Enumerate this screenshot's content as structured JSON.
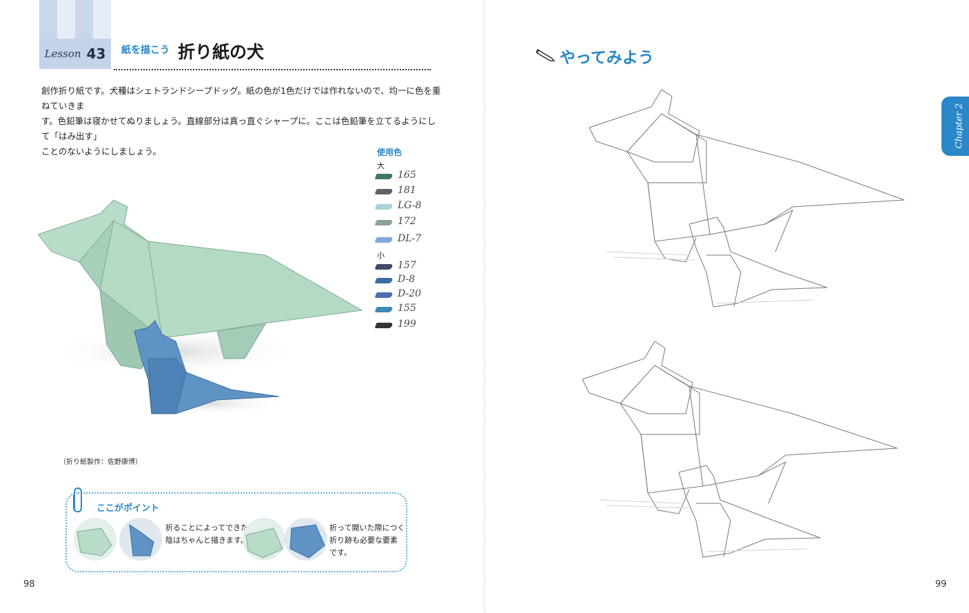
{
  "left_page": {
    "lesson": {
      "word": "Lesson",
      "number": "43"
    },
    "title_sub": "紙を描こう",
    "title_main": "折り紙の犬",
    "body": [
      "創作折り紙です。犬種はシェトランドシープドッグ。紙の色が1色だけでは作れないので、均一に色を重ねていきま",
      "す。色鉛筆は寝かせてぬりましょう。直線部分は真っ直ぐシャープに。ここは色鉛筆を立てるようにして「はみ出す」",
      "ことのないようにしましょう。"
    ],
    "palette": {
      "title": "使用色",
      "group_large": "大",
      "group_small": "小",
      "large": [
        {
          "code": "165",
          "color": "#3d7a62"
        },
        {
          "code": "181",
          "color": "#5a6468"
        },
        {
          "code": "LG-8",
          "color": "#a9d3d6"
        },
        {
          "code": "172",
          "color": "#8fa291"
        },
        {
          "code": "DL-7",
          "color": "#7fa8d8"
        }
      ],
      "small": [
        {
          "code": "157",
          "color": "#3e4a66"
        },
        {
          "code": "D-8",
          "color": "#3a6ea0"
        },
        {
          "code": "D-20",
          "color": "#4a6db0"
        },
        {
          "code": "155",
          "color": "#3f8ab8"
        },
        {
          "code": "199",
          "color": "#333333"
        }
      ]
    },
    "caption": "（折り紙製作：佐野康博）",
    "point": {
      "title": "ここがポイント",
      "tip1": [
        "折ることによってできた",
        "陰はちゃんと描きます。"
      ],
      "tip2": [
        "折って開いた際につく",
        "折り跡も必要な要素",
        "です。"
      ]
    },
    "page_number": "98"
  },
  "right_page": {
    "try_title": "やってみよう",
    "chapter": "Chapter 2",
    "page_number": "99"
  },
  "colors": {
    "accent": "#2a87c8",
    "lesson_tab": "#c3d3ea",
    "mint": "#b7dcc8",
    "blue_dog": "#5a8fc4"
  }
}
